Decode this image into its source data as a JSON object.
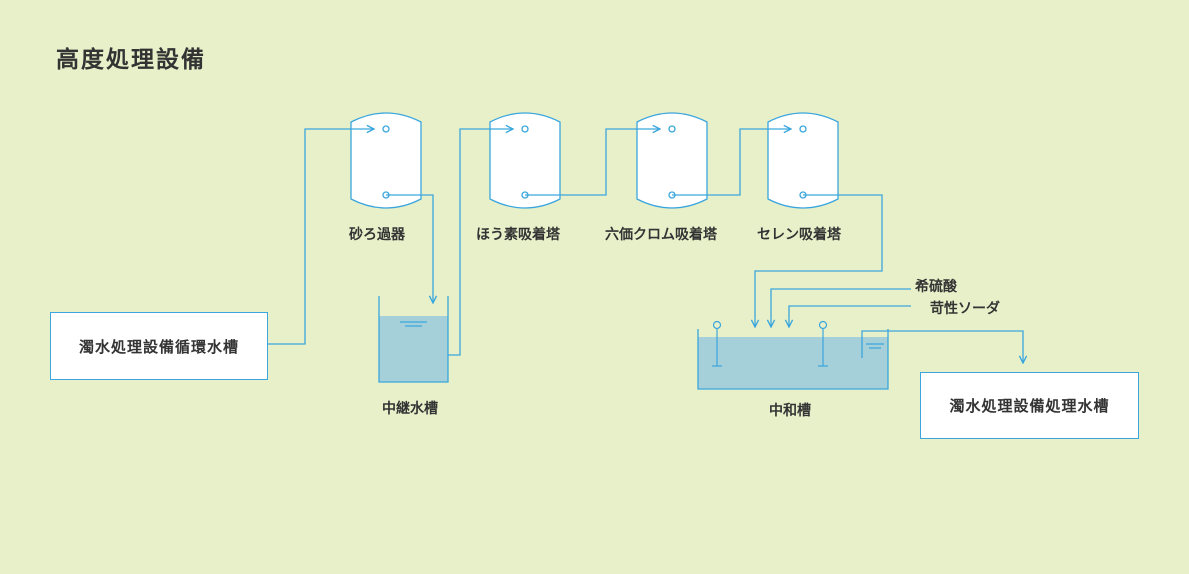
{
  "title": "高度処理設備",
  "source_tank": "濁水処理設備循環水槽",
  "columns": [
    "砂ろ過器",
    "ほう素吸着塔",
    "六価クロム吸着塔",
    "セレン吸着塔"
  ],
  "relay_tank": "中継水槽",
  "neutral_tank": "中和槽",
  "chemicals": [
    "希硫酸",
    "苛性ソーダ"
  ],
  "dest_tank": "濁水処理設備処理水槽",
  "colors": {
    "line": "#3aa6dd",
    "water": "#a5cfd9",
    "background": "#e8f0ca"
  }
}
